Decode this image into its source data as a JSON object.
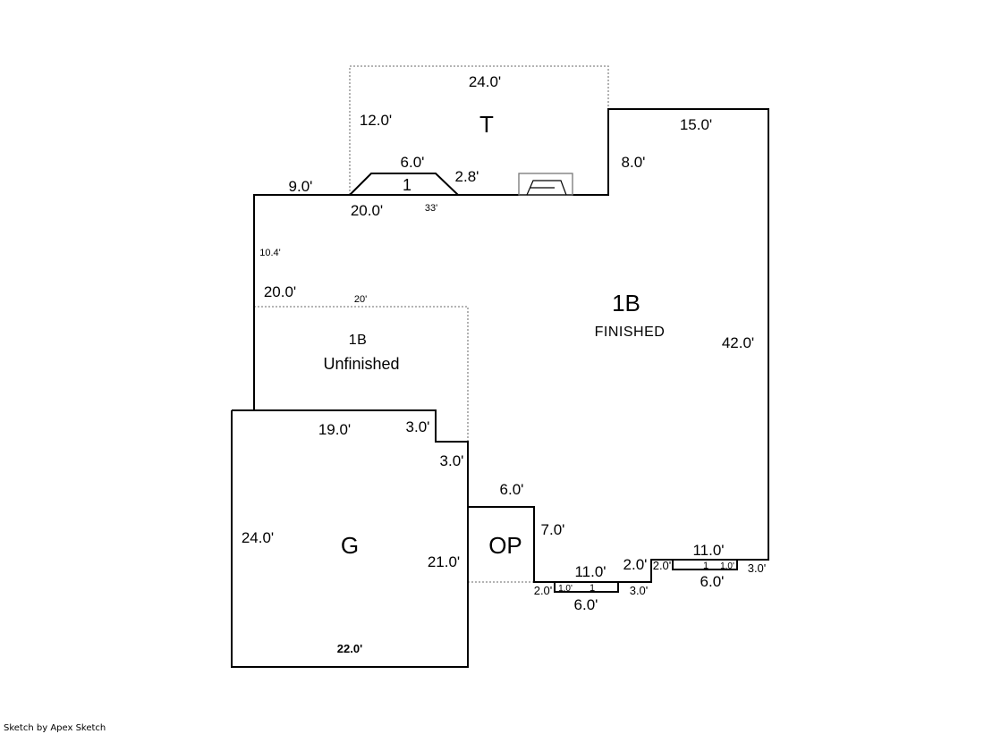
{
  "areas": {
    "terrace": {
      "label": "T"
    },
    "first_floor": {
      "label": "1B",
      "sublabel": "FINISHED"
    },
    "unfinished": {
      "label": "1B",
      "sublabel": "Unfinished"
    },
    "garage": {
      "label": "G"
    },
    "porch": {
      "label": "OP"
    },
    "bay": {
      "label": "1"
    },
    "stoop_left": {
      "label": "1"
    },
    "stoop_right": {
      "label": "1"
    }
  },
  "dimensions": {
    "t_top": "24.0'",
    "t_left": "12.0'",
    "bay_top": "6.0'",
    "bay_side": "2.8'",
    "top_left_run": "9.0'",
    "top_mid_run": "20.0'",
    "top_small": "33'",
    "left_small": "10.4'",
    "left_mid": "20.0'",
    "unf_small": "20'",
    "right_top": "15.0'",
    "step_8": "8.0'",
    "right_side": "42.0'",
    "g_top": "19.0'",
    "g_notch_h": "3.0'",
    "g_notch_v": "3.0'",
    "g_left": "24.0'",
    "g_right": "21.0'",
    "g_bottom": "22.0'",
    "op_top": "6.0'",
    "op_side": "7.0'",
    "bot_left_run": "11.0'",
    "bot_left_step": "2.0'",
    "stoop_l_left": "2.0'",
    "stoop_l_inner": "1.0'",
    "stoop_l_right": "3.0'",
    "stoop_l_width": "6.0'",
    "bot_right_run": "11.0'",
    "stoop_r_left": "2.0'",
    "stoop_r_inner": "1.0'",
    "stoop_r_right": "3.0'",
    "stoop_r_width": "6.0'"
  },
  "footer": {
    "credit": "Sketch by Apex Sketch"
  }
}
